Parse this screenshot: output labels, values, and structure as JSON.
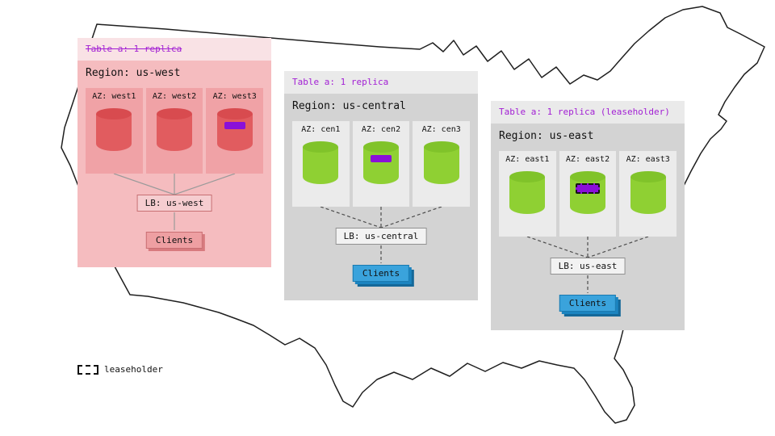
{
  "legend": {
    "label": "leaseholder"
  },
  "regions": [
    {
      "table_label": "Table a: 1 replica",
      "region_label": "Region: us-west",
      "azs": [
        {
          "label": "AZ: west1"
        },
        {
          "label": "AZ: west2"
        },
        {
          "label": "AZ: west3",
          "badge": "replica"
        }
      ],
      "lb_label": "LB: us-west",
      "clients_label": "Clients"
    },
    {
      "table_label": "Table a: 1 replica",
      "region_label": "Region: us-central",
      "azs": [
        {
          "label": "AZ: cen1"
        },
        {
          "label": "AZ: cen2",
          "badge": "replica"
        },
        {
          "label": "AZ: cen3"
        }
      ],
      "lb_label": "LB: us-central",
      "clients_label": "Clients"
    },
    {
      "table_label": "Table a: 1 replica (leaseholder)",
      "region_label": "Region: us-east",
      "azs": [
        {
          "label": "AZ: east1"
        },
        {
          "label": "AZ: east2",
          "badge": "leaseholder"
        },
        {
          "label": "AZ: east3"
        }
      ],
      "lb_label": "LB: us-east",
      "clients_label": "Clients"
    }
  ],
  "colors": {
    "accent_purple": "#a21fd4",
    "badge_purple": "#8a10d8",
    "west_region_bg": "#f5bcbf",
    "west_cylinder_red": "#e15c5f",
    "gray_region_bg": "#d3d3d3",
    "green_cylinder": "#8fd033",
    "clients_blue": "#3aa3dc"
  }
}
